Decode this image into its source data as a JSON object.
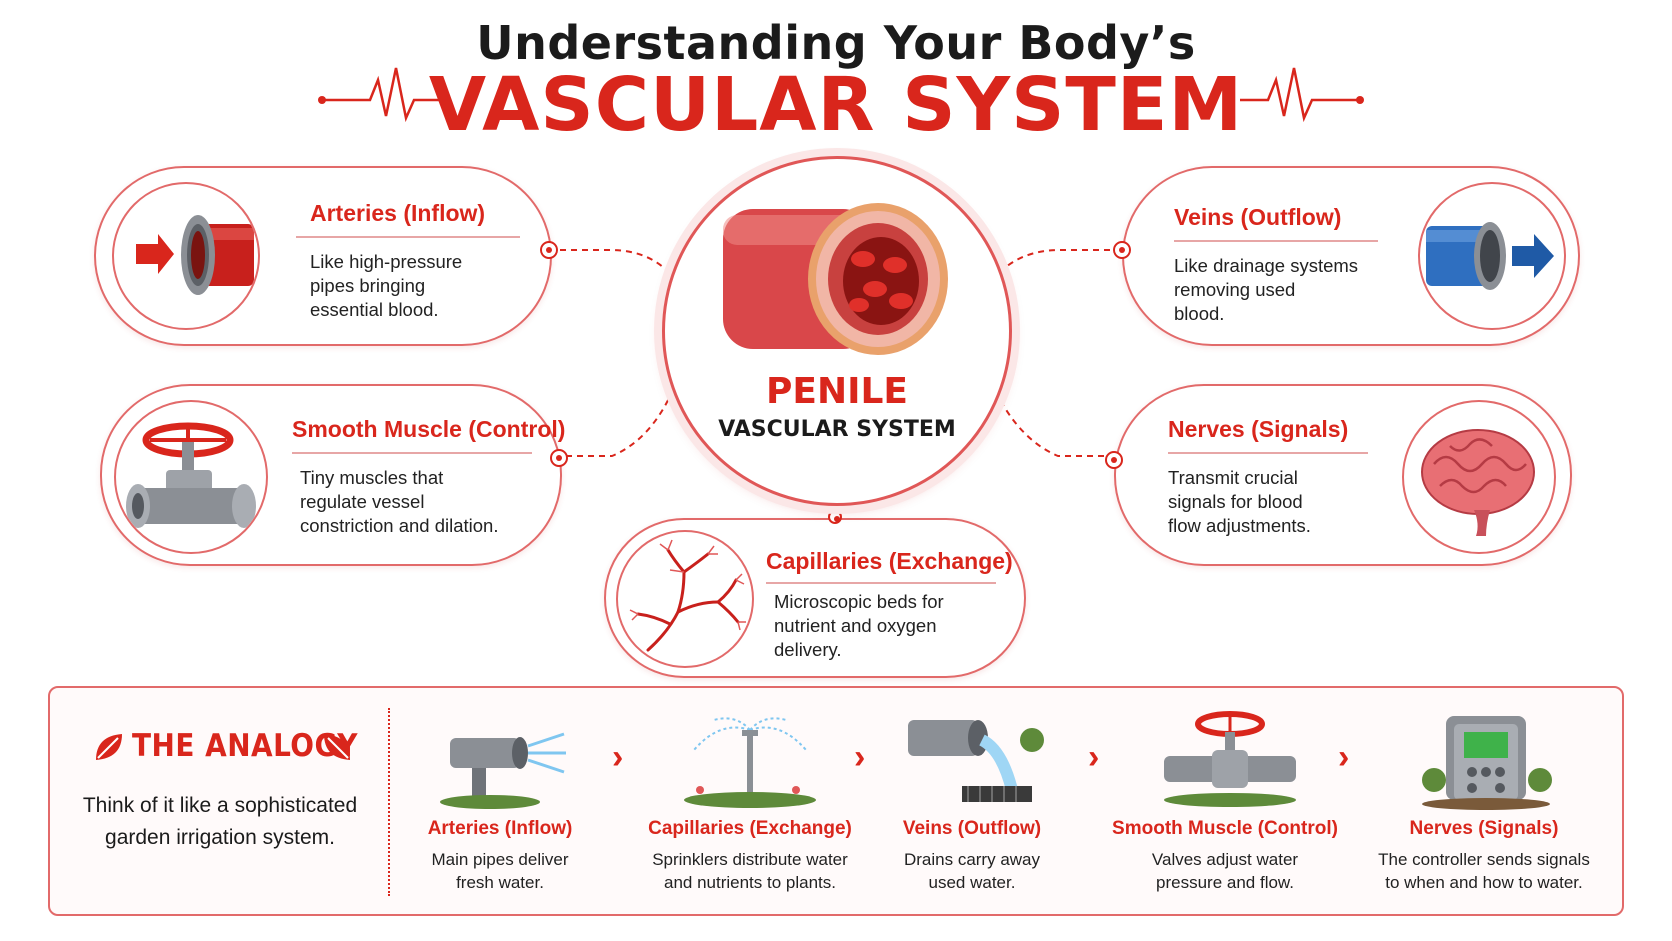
{
  "header": {
    "title_top": "Understanding Your Body’s",
    "title_main": "VASCULAR SYSTEM"
  },
  "center": {
    "title": "PENILE",
    "subtitle": "VASCULAR SYSTEM"
  },
  "cards": {
    "arteries": {
      "title": "Arteries (Inflow)",
      "lines": [
        "Like high-pressure",
        "pipes bringing",
        "essential blood."
      ]
    },
    "veins": {
      "title": "Veins (Outflow)",
      "lines": [
        "Like drainage systems",
        "removing used",
        "blood."
      ]
    },
    "smooth_muscle": {
      "title": "Smooth Muscle (Control)",
      "lines": [
        "Tiny muscles that",
        "regulate vessel",
        "constriction and dilation."
      ]
    },
    "nerves": {
      "title": "Nerves (Signals)",
      "lines": [
        "Transmit crucial",
        "signals for blood",
        "flow adjustments."
      ]
    },
    "capillaries": {
      "title": "Capillaries (Exchange)",
      "lines": [
        "Microscopic beds for",
        "nutrient and oxygen",
        "delivery."
      ]
    }
  },
  "analogy": {
    "title": "THE ANALOGY",
    "text_lines": [
      "Think of it like a sophisticated",
      "garden irrigation system."
    ],
    "steps": [
      {
        "title": "Arteries (Inflow)",
        "lines": [
          "Main pipes deliver",
          "fresh water."
        ]
      },
      {
        "title": "Capillaries (Exchange)",
        "lines": [
          "Sprinklers distribute water",
          "and nutrients to plants."
        ]
      },
      {
        "title": "Veins (Outflow)",
        "lines": [
          "Drains carry away",
          "used water."
        ]
      },
      {
        "title": "Smooth Muscle (Control)",
        "lines": [
          "Valves adjust water",
          "pressure and flow."
        ]
      },
      {
        "title": "Nerves (Signals)",
        "lines": [
          "The controller sends signals",
          "to when and how to water."
        ]
      }
    ]
  },
  "colors": {
    "accent": "#d9261c",
    "border": "#e26a6a",
    "artery_red": "#c8201c",
    "vein_blue": "#2f6fc0"
  }
}
